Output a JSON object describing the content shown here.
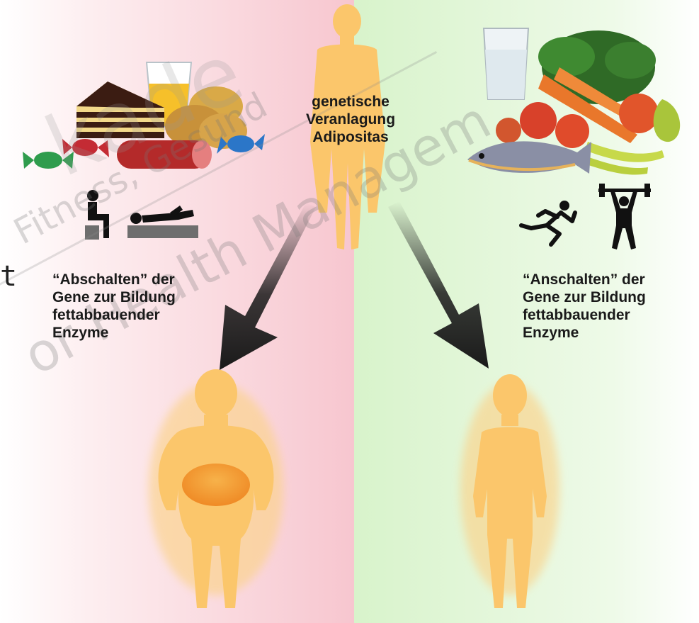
{
  "center_label": {
    "line1": "genetische",
    "line2": "Veranlagung",
    "line3": "Adipositas"
  },
  "left_label": {
    "line1": "“Abschalten” der",
    "line2": "Gene zur Bildung",
    "line3": "fettabbauender",
    "line4": "Enzyme"
  },
  "right_label": {
    "line1": "“Anschalten” der",
    "line2": "Gene zur Bildung",
    "line3": "fettabbauender",
    "line4": "Enzyme"
  },
  "stray_char": "t",
  "watermark": {
    "line1": "kade",
    "line2": "Fitness, Gesund",
    "line3": "or Health Managem"
  },
  "colors": {
    "left_panel": "#f8c9d2",
    "right_panel": "#dcf5cf",
    "figure": "#fbc66b",
    "belly": "#f39a2c",
    "arrow": "#1a1a1a",
    "pictogram": "#111111"
  },
  "icons": [
    "sweets-cake-juice-sausage-icon",
    "sitting-person-icon",
    "lying-person-icon",
    "vegetables-fish-milk-icon",
    "running-person-icon",
    "weightlifter-icon"
  ]
}
